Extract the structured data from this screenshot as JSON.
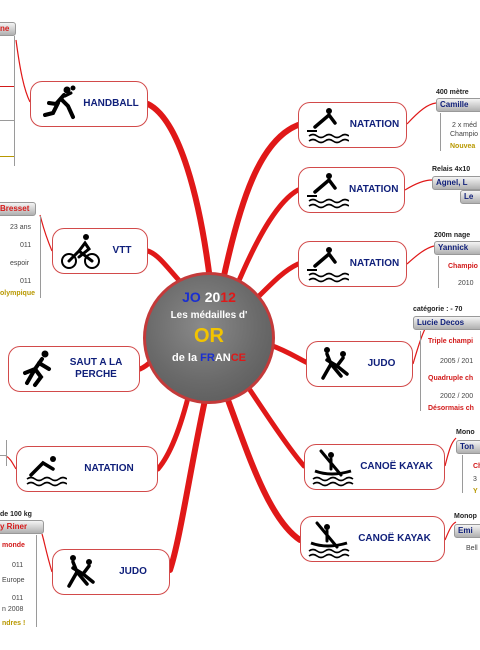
{
  "center": {
    "line1_parts": [
      "JO ",
      "20",
      "12"
    ],
    "line2": "Les médailles d'",
    "line3": "OR",
    "line4_prefix": "de la ",
    "line4_parts": [
      "FR",
      "AN",
      "CE"
    ]
  },
  "nodes": {
    "handball": "HANDBALL",
    "vtt": "VTT",
    "saut": "SAUT A LA PERCHE",
    "natation_left": "NATATION",
    "judo_left": "JUDO",
    "natation1": "NATATION",
    "natation2": "NATATION",
    "natation3": "NATATION",
    "judo_right": "JUDO",
    "canoe1": "CANOË KAYAK",
    "canoe2": "CANOË KAYAK"
  },
  "details": {
    "n1_head": "400 mètre",
    "n1_badge": "Camille",
    "n1_l1": "2 x méd",
    "n1_l2": "Champio",
    "n1_l3": "Nouvea",
    "n2_head": "Relais 4x10",
    "n2_badge1": "Agnel, L",
    "n2_badge2": "Le",
    "n3_head": "200m nage",
    "n3_badge": "Yannick",
    "n3_l1": "Champio",
    "n3_l2": "2010",
    "j_head": "catégorie : - 70",
    "j_badge": "Lucie Decos",
    "j_l1": "Triple champi",
    "j_l2": "2005 / 201",
    "j_l3": "Quadruple ch",
    "j_l4": "2002 / 200",
    "j_l5": "Désormais ch",
    "k1_head": "Mono",
    "k1_badge": "Ton",
    "k1_l1": "Ch",
    "k1_l2": "3",
    "k1_l3": "Y",
    "k2_head": "Monop",
    "k2_badge": "Emi",
    "k2_l1": "Bell",
    "hb_badge": "ne",
    "vtt_badge": "Bresset",
    "vtt_l1": "23 ans",
    "vtt_l2": "011",
    "vtt_l3": "espoir",
    "vtt_l4": "011",
    "vtt_l5": "olympique",
    "jl_head": "de 100 kg",
    "jl_badge": "y Riner",
    "jl_l1": "monde",
    "jl_l2": "011",
    "jl_l3": "Europe",
    "jl_l4": "011",
    "jl_l5": "n 2008",
    "jl_l6": "ndres !"
  },
  "colors": {
    "branch": "#e01818",
    "frame": "#d24a4a",
    "label": "#0f1f7a",
    "gold": "#f2c400"
  },
  "icons": [
    "handball-pictogram",
    "cycling-pictogram",
    "pole-vault-pictogram",
    "swimming-pictogram",
    "judo-pictogram",
    "canoe-kayak-pictogram"
  ]
}
